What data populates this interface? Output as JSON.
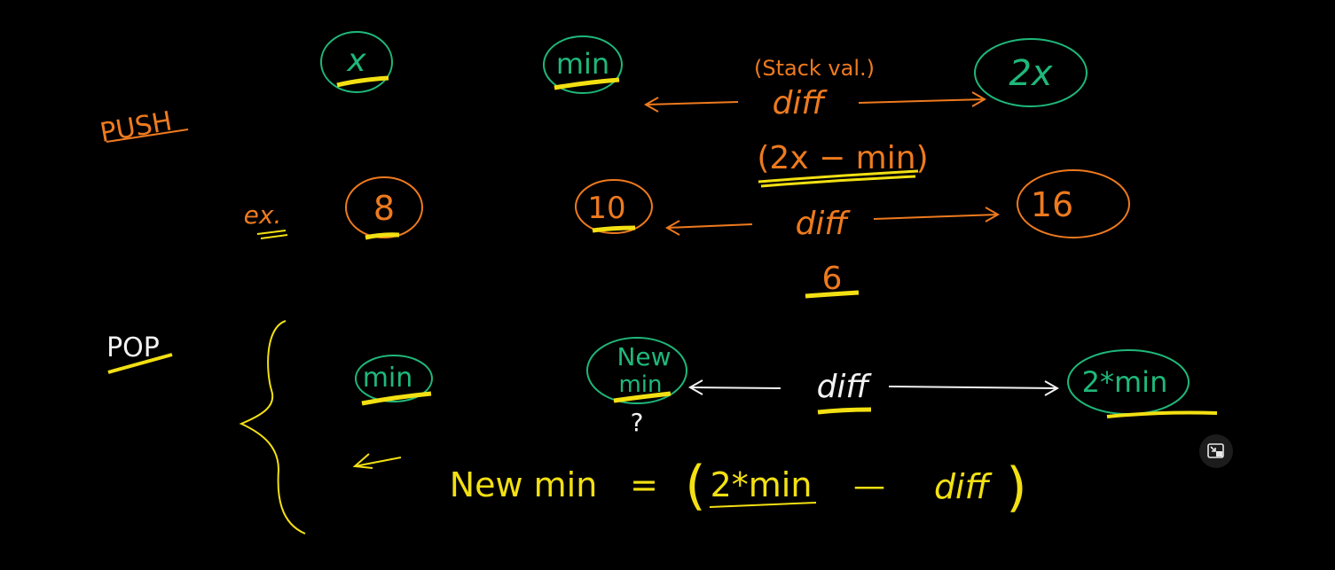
{
  "colors": {
    "background": "#000000",
    "green": "#1fb87a",
    "orange": "#ee7a1e",
    "yellow": "#f3e012",
    "white": "#f2f2f2"
  },
  "push": {
    "label": "PUSH",
    "x_node": "x",
    "min_node": "min",
    "stack_val_note": "(Stack val.)",
    "diff_label": "diff",
    "two_x_node": "2x",
    "formula": "(2x − min)"
  },
  "example": {
    "label": "ex.",
    "x_value": "8",
    "min_value": "10",
    "diff_label": "diff",
    "two_x_value": "16",
    "diff_value": "6"
  },
  "pop": {
    "label": "POP",
    "min_node": "min",
    "new_min_node_line1": "New",
    "new_min_node_line2": "min",
    "question_mark": "?",
    "diff_label": "diff",
    "two_min_node": "2*min",
    "formula_lhs": "New min",
    "formula_equals": "=",
    "formula_open_paren": "(",
    "formula_term1": "2*min",
    "formula_minus": "—",
    "formula_term2": "diff",
    "formula_close_paren": ")"
  },
  "controls": {
    "pip_icon": "picture-in-picture-icon"
  }
}
